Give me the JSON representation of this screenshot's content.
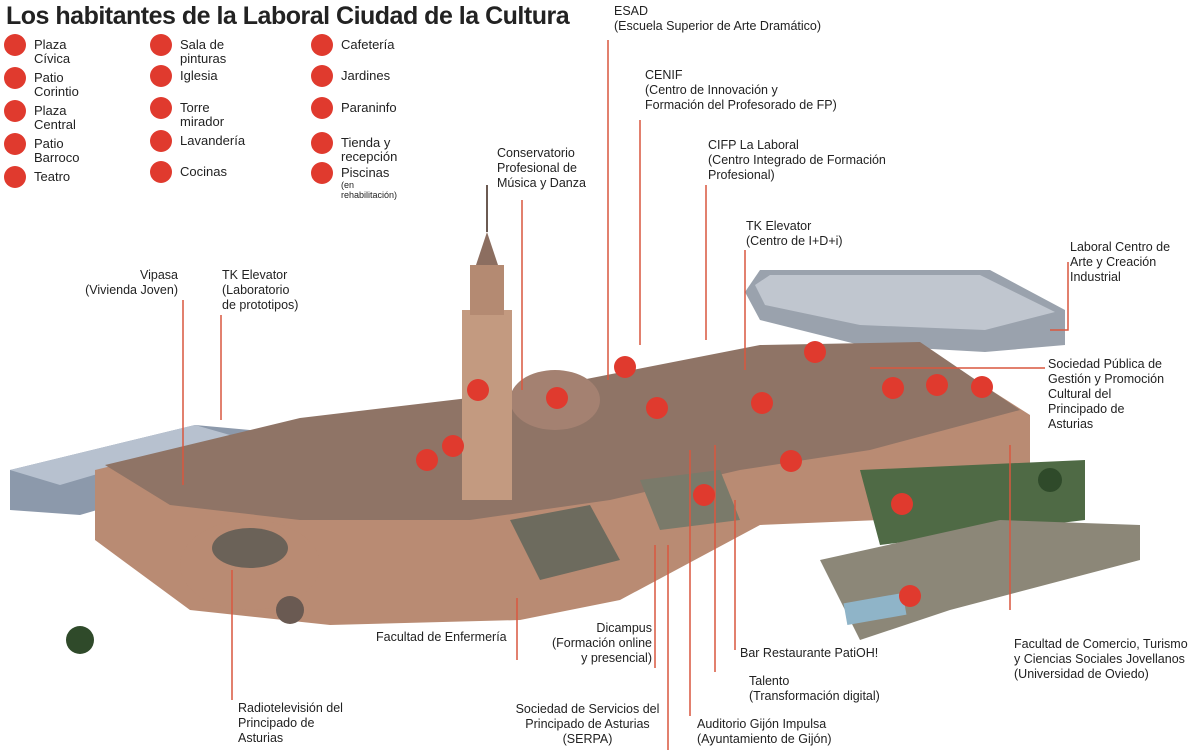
{
  "title": "Los habitantes de la Laboral Ciudad de la Cultura",
  "accent_color": "#e03a2e",
  "leader_color": "#d9573f",
  "legend": [
    {
      "text": "Plaza Cívica"
    },
    {
      "text": "Patio Corintio"
    },
    {
      "text": "Plaza Central"
    },
    {
      "text": "Patio Barroco"
    },
    {
      "text": "Teatro"
    },
    {
      "text": "Sala de pinturas"
    },
    {
      "text": "Iglesia"
    },
    {
      "text": "Torre mirador"
    },
    {
      "text": "Lavandería"
    },
    {
      "text": "Cocinas"
    },
    {
      "text": "Cafetería"
    },
    {
      "text": "Jardines"
    },
    {
      "text": "Paraninfo"
    },
    {
      "text": "Tienda y recepción"
    },
    {
      "text": "Piscinas",
      "sub": "(en rehabilitación)"
    }
  ],
  "labels": {
    "esad": [
      "ESAD",
      "(Escuela Superior de Arte Dramático)"
    ],
    "cenif": [
      "CENIF",
      "(Centro de Innovación y",
      "Formación del Profesorado de FP)"
    ],
    "cifp": [
      "CIFP La Laboral",
      "(Centro Integrado de Formación",
      "Profesional)"
    ],
    "tk_idi": [
      "TK Elevator",
      "(Centro de I+D+i)"
    ],
    "conservatorio": [
      "Conservatorio",
      "Profesional de",
      "Música y Danza"
    ],
    "vipasa": [
      "Vipasa",
      "(Vivienda Joven)"
    ],
    "tk_lab": [
      "TK Elevator",
      "(Laboratorio",
      "de prototipos)"
    ],
    "laboral_arte": [
      "Laboral Centro de",
      "Arte y Creación",
      "Industrial"
    ],
    "sociedad_publica": [
      "Sociedad Pública de",
      "Gestión y Promoción",
      "Cultural del",
      "Principado de",
      "Asturias"
    ],
    "enfermeria": [
      "Facultad de Enfermería"
    ],
    "dicampus": [
      "Dicampus",
      "(Formación online",
      "y presencial)"
    ],
    "bar": [
      "Bar Restaurante PatiOH!"
    ],
    "comercio": [
      "Facultad de Comercio, Turismo",
      "y Ciencias Sociales Jovellanos",
      "(Universidad de Oviedo)"
    ],
    "rtpa": [
      "Radiotelevisión del",
      "Principado de",
      "Asturias"
    ],
    "talento": [
      "Talento",
      "(Transformación digital)"
    ],
    "serpa": [
      "Sociedad de Servicios del",
      "Principado de Asturias",
      "(SERPA)"
    ],
    "auditorio": [
      "Auditorio Gijón Impulsa",
      "(Ayuntamiento de Gijón)"
    ]
  }
}
